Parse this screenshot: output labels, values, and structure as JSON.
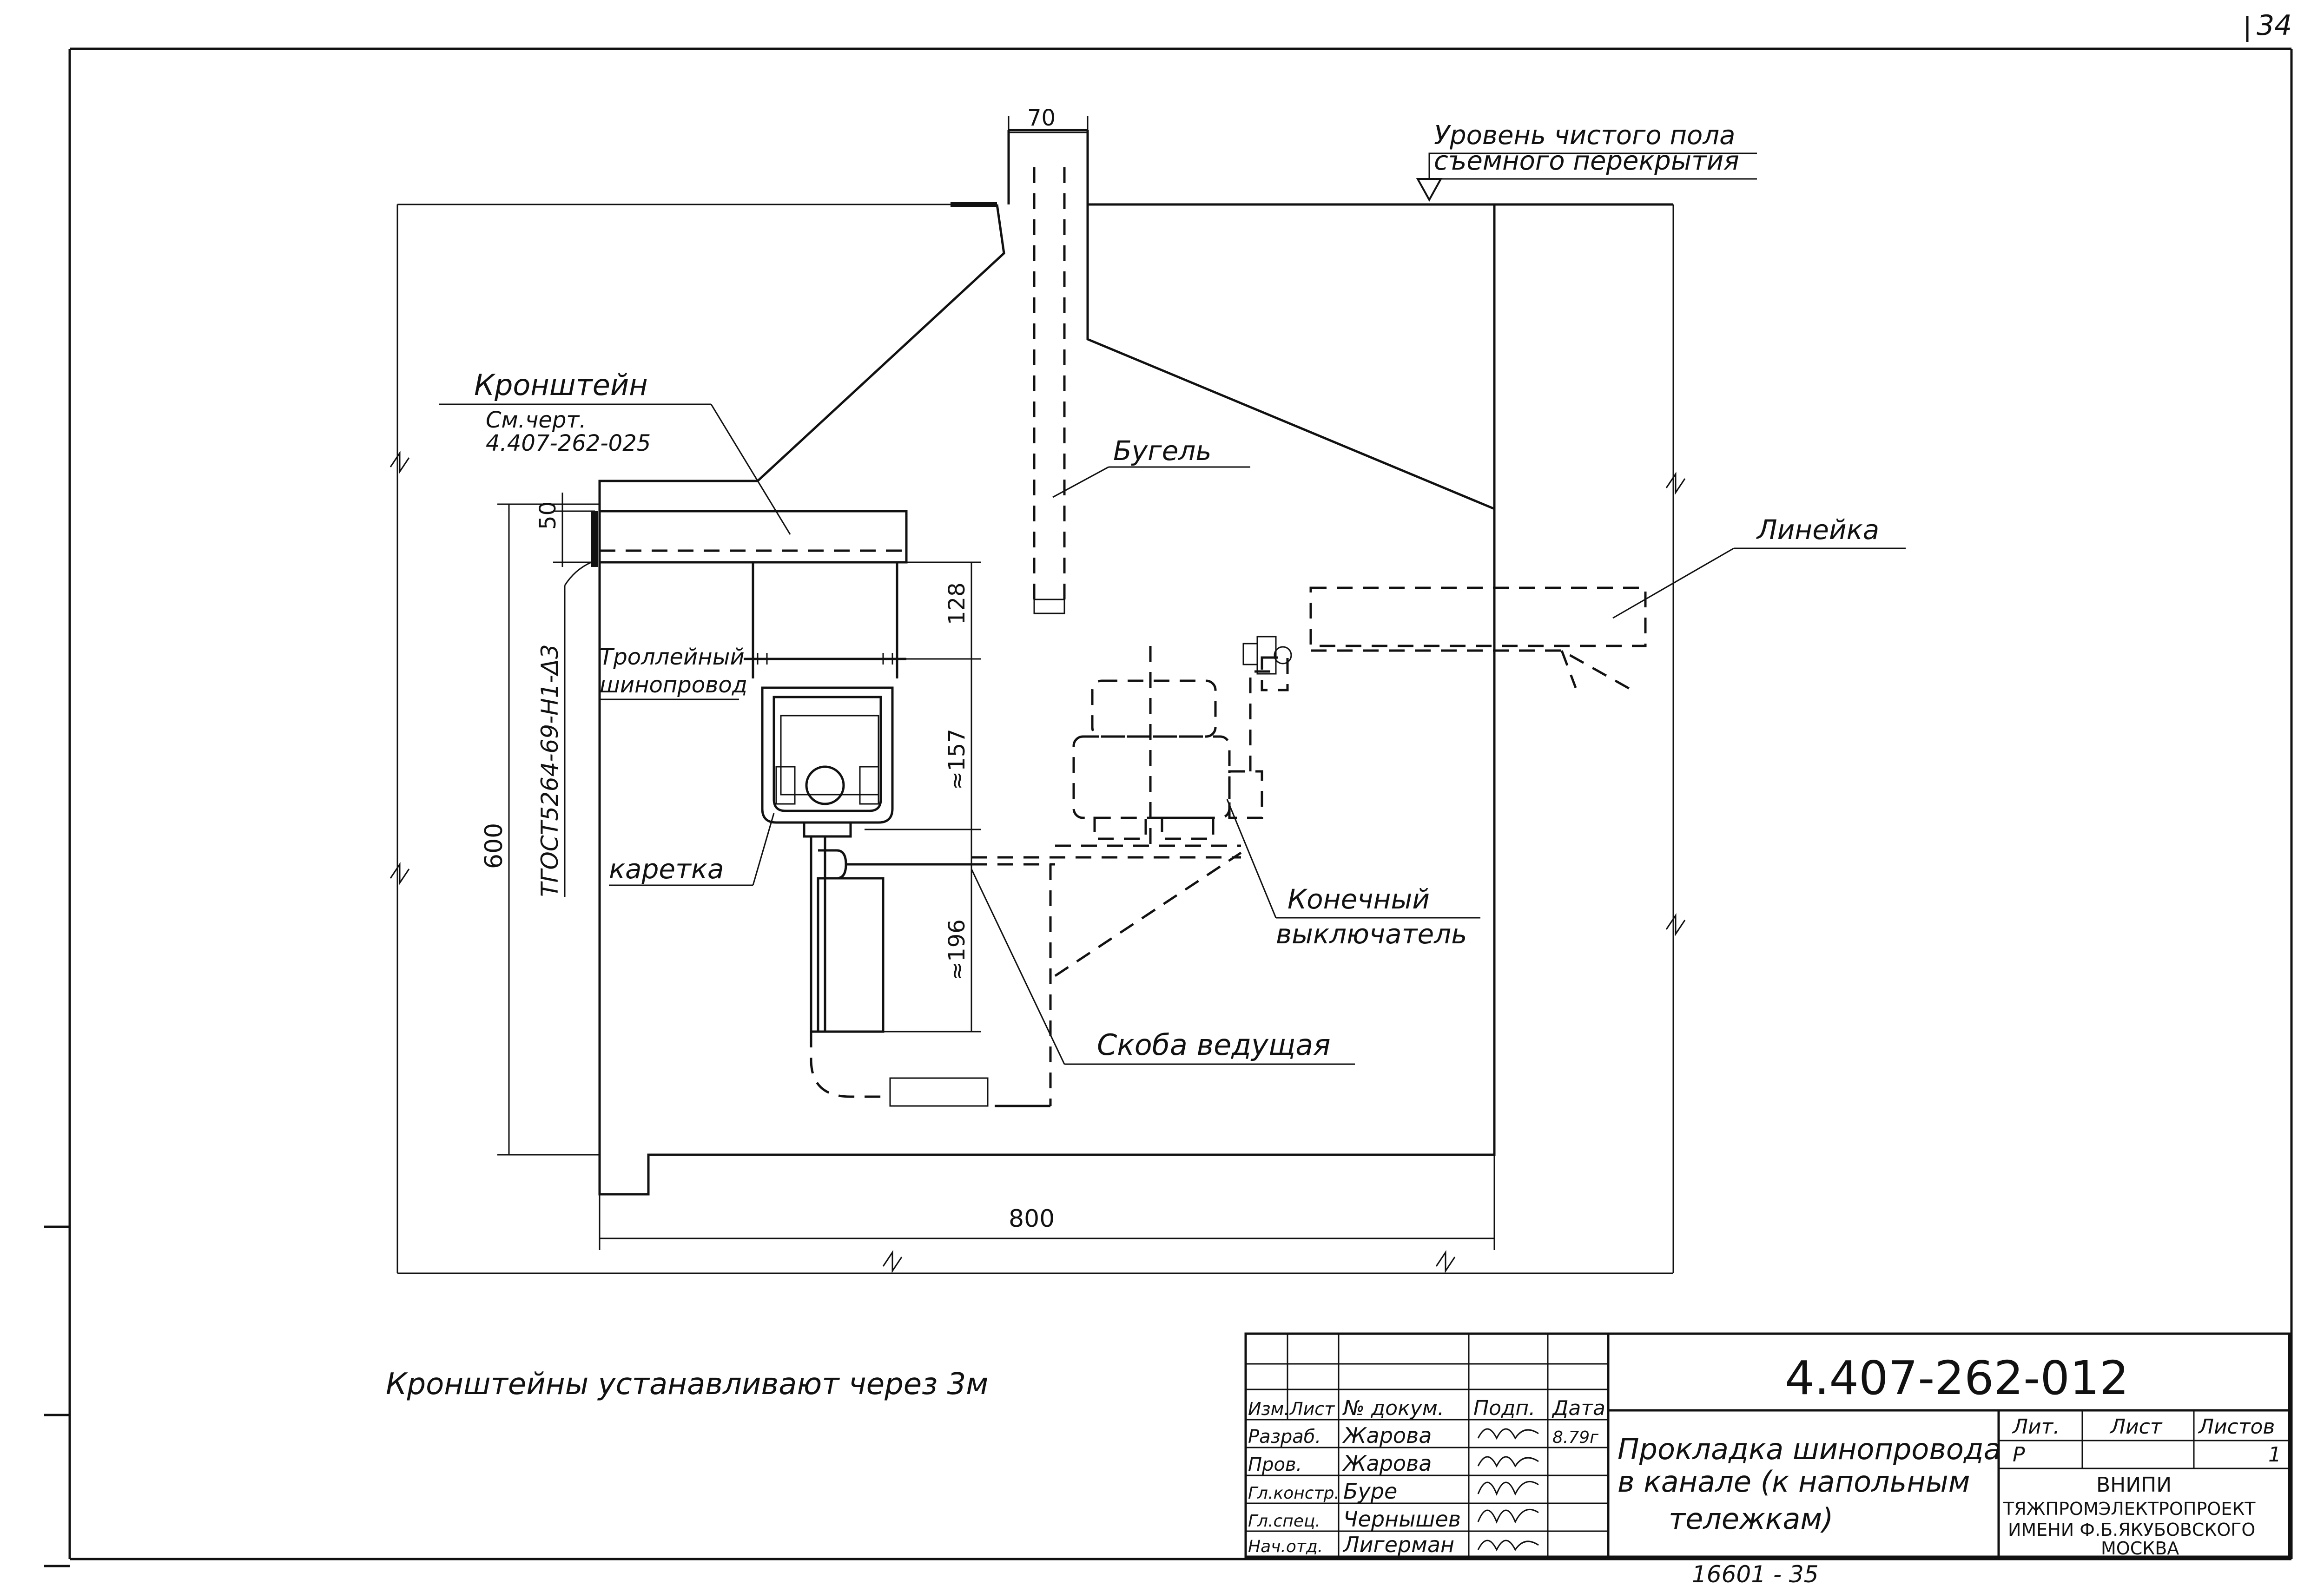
{
  "page_number": "34",
  "level_label": {
    "line1": "Уровень чистого пола",
    "line2": "съемного перекрытия"
  },
  "dimensions": {
    "top_width": "70",
    "overall_width": "800",
    "overall_height": "600",
    "bracket_gap": "50",
    "dim_128": "128",
    "dim_157": "≈157",
    "dim_196": "≈196"
  },
  "callouts": {
    "bracket": "Кронштейн",
    "bracket_ref1": "См.черт.",
    "bracket_ref2": "4.407-262-025",
    "stirrup": "Бугель",
    "ruler": "Линейка",
    "trolley_bus1": "Троллейный",
    "trolley_bus2": "шинопровод",
    "carriage": "каретка",
    "limit_switch1": "Конечный",
    "limit_switch2": "выключатель",
    "drive_bracket": "Скоба ведущая",
    "weld_note": "ТГОСТ5264-69-Н1-Δ3"
  },
  "note": "Кронштейны устанавливают через 3м",
  "title_block": {
    "doc_number": "4.407-262-012",
    "title_line1": "Прокладка шинопровода",
    "title_line2": "в канале (к напольным",
    "title_line3": "тележкам)",
    "headers": [
      "Изм.",
      "Лист",
      "№ докум.",
      "Подп.",
      "Дата"
    ],
    "rows": [
      {
        "role": "Разраб.",
        "name": "Жарова",
        "date": "8.79г"
      },
      {
        "role": "Пров.",
        "name": "Жарова",
        "date": ""
      },
      {
        "role": "Гл.констр.",
        "name": "Буре",
        "date": ""
      },
      {
        "role": "Гл.спец.",
        "name": "Чернышев",
        "date": ""
      },
      {
        "role": "Нач.отд.",
        "name": "Лигерман",
        "date": ""
      }
    ],
    "lit_label": "Лит.",
    "sheet_label": "Лист",
    "sheets_label": "Листов",
    "lit_value": "Р",
    "sheets_value": "1",
    "org_line1": "ВНИПИ",
    "org_line2": "ТЯЖПРОМЭЛЕКТРОПРОЕКТ",
    "org_line3": "ИМЕНИ Ф.Б.ЯКУБОВСКОГО",
    "org_line4": "МОСКВА"
  },
  "bottom_stamp": "16601 - 35"
}
